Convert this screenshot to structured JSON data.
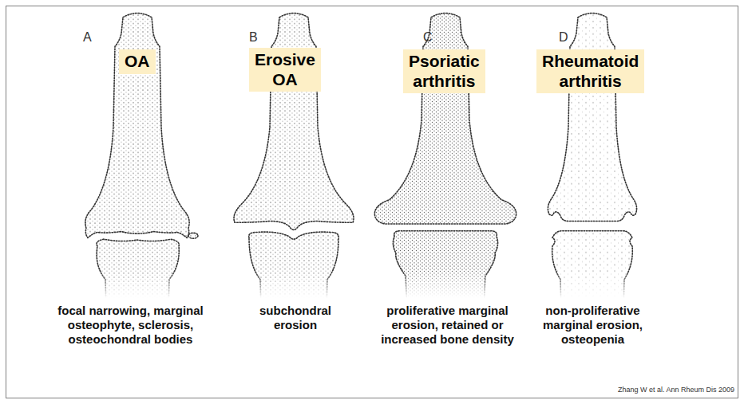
{
  "diagram": {
    "nodes": [
      {
        "text": [
          "OA"
        ]
      },
      {
        "text": [
          "Erosive OA"
        ]
      },
      {
        "text": [
          "Psoriatic arthritis"
        ]
      },
      {
        "text": [
          "Rheumatoid arthritis"
        ]
      }
    ],
    "labels": [
      "A",
      "B",
      "C",
      "D",
      "focal narrowing, marginal osteophyte, sclerosis, osteochondral bodies",
      "subchondral erosion",
      "proliferative marginal erosion, retained or increased bone density",
      "non-proliferative marginal erosion, osteopenia",
      "Zhang W et al. Ann Rheum Dis 2009"
    ]
  }
}
